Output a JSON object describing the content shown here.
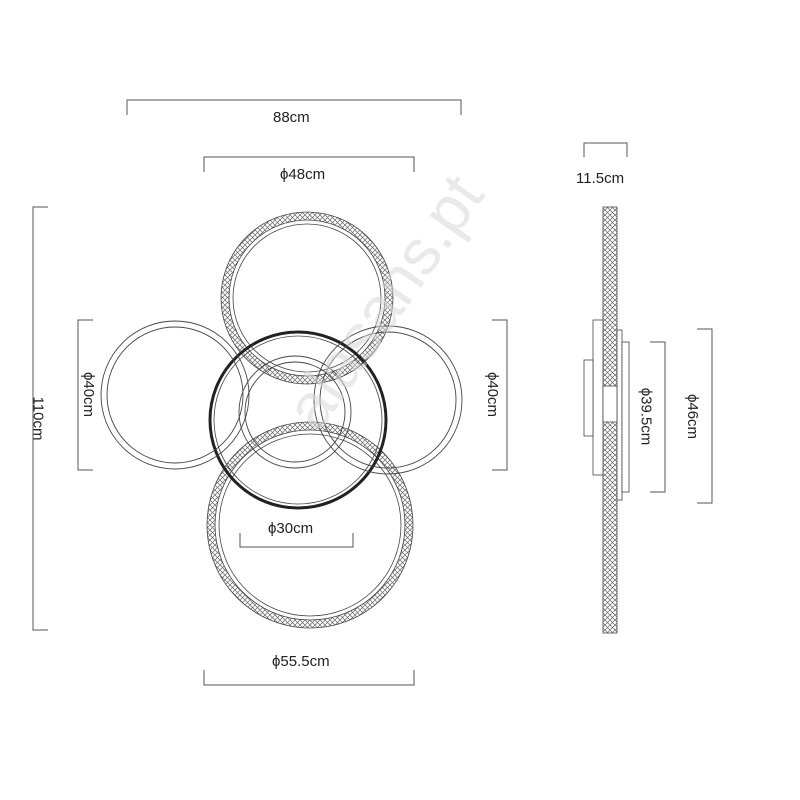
{
  "dimensions": {
    "total_width": "88cm",
    "top_ring": "ϕ48cm",
    "total_height": "110cm",
    "left_ring": "ϕ40cm",
    "right_ring": "ϕ40cm",
    "inner_ring": "ϕ30cm",
    "bottom_ring": "ϕ55.5cm",
    "depth": "11.5cm",
    "canopy_inner": "ϕ39.5cm",
    "canopy_outer": "ϕ46cm"
  },
  "watermark": "alasans.pt",
  "colors": {
    "line": "#555555",
    "dark_ring": "#222222"
  }
}
